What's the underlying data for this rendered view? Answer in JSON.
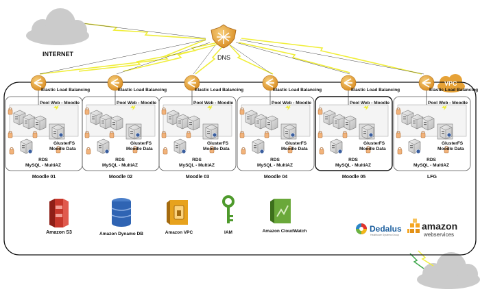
{
  "internet_label": "INTERNET",
  "dns_label": "DNS",
  "vpc_label": "VPC",
  "clusters": [
    {
      "elb": "Elastic Load Balancing",
      "pool": "Pool Web - Moodle",
      "rds": "RDS",
      "mysql": "MySQL - MultiAZ",
      "gluster": "GlusterFS",
      "data": "Moodle Data",
      "name": "Moodle 01"
    },
    {
      "elb": "Elastic Load Balancing",
      "pool": "Pool Web - Moodle",
      "rds": "RDS",
      "mysql": "MySQL - MultiAZ",
      "gluster": "GlusterFS",
      "data": "Moodle Data",
      "name": "Moodle 02"
    },
    {
      "elb": "Elastic Load Balancing",
      "pool": "Pool Web - Moodle",
      "rds": "RDS",
      "mysql": "MySQL - MultiAZ",
      "gluster": "GlusterFS",
      "data": "Moodle Data",
      "name": "Moodle 03"
    },
    {
      "elb": "Elastic Load Balancing",
      "pool": "Pool Web - Moodle",
      "rds": "RDS",
      "mysql": "MySQL - MultiAZ",
      "gluster": "GlusterFS",
      "data": "Moodle Data",
      "name": "Moodle 04"
    },
    {
      "elb": "Elastic Load Balancing",
      "pool": "Pool Web - Moodle",
      "rds": "RDS",
      "mysql": "MySQL - MultiAZ",
      "gluster": "GlusterFS",
      "data": "Moodle Data",
      "name": "Moodle 05"
    },
    {
      "elb": "Elastic Load Balancing",
      "pool": "Pool Web - Moodle",
      "rds": "RDS",
      "mysql": "MySQL - MultiAZ",
      "gluster": "GlusterFS",
      "data": "Moodle Data",
      "name": "LFG"
    }
  ],
  "services": [
    {
      "name": "Amazon S3",
      "icon": "s3-icon",
      "color": "#c7372b"
    },
    {
      "name": "Amazon Dynamo DB",
      "icon": "dynamodb-icon",
      "color": "#2f64b3"
    },
    {
      "name": "Amazon VPC",
      "icon": "vpc-icon",
      "color": "#e7a21d"
    },
    {
      "name": "IAM",
      "icon": "key-icon",
      "color": "#5c9b2f"
    },
    {
      "name": "Amazon CloudWatch",
      "icon": "cloudwatch-icon",
      "color": "#5c9b2f"
    }
  ],
  "brands": {
    "dedalus": "Dedalus",
    "dedalus_tagline": "Healthcare Systems Group",
    "amazon": "amazon",
    "webservices": "webservices"
  },
  "colors": {
    "elb_orange": "#e8a33b",
    "lightning": "#f0ee3a",
    "cloud": "#c9c9c9",
    "highlight_border": "#111111"
  }
}
